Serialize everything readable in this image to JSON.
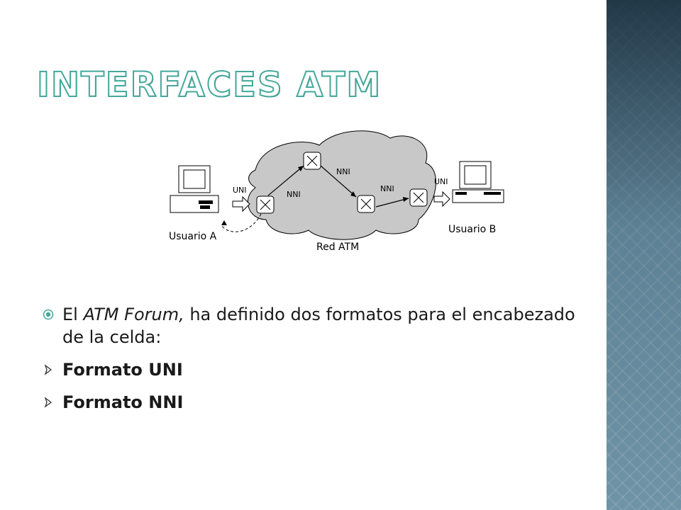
{
  "slide": {
    "title": "Interfaces ATM",
    "accent_color": "#45a89a",
    "band_color": "#6f94a6"
  },
  "diagram": {
    "cloud_label": "Red ATM",
    "user_a": "Usuario A",
    "user_b": "Usuario B",
    "uni_left": "UNI",
    "uni_right": "UNI",
    "nni_1": "NNI",
    "nni_2": "NNI",
    "nni_3": "NNI",
    "icons": [
      "computer-icon",
      "atm-switch-icon",
      "cloud-network"
    ]
  },
  "bullets": {
    "main_prefix": "El ",
    "main_emphasis": "ATM Forum,",
    "main_suffix": " ha definido dos formatos para el encabezado de la celda:",
    "items": [
      "Formato UNI",
      "Formato NNI"
    ]
  }
}
